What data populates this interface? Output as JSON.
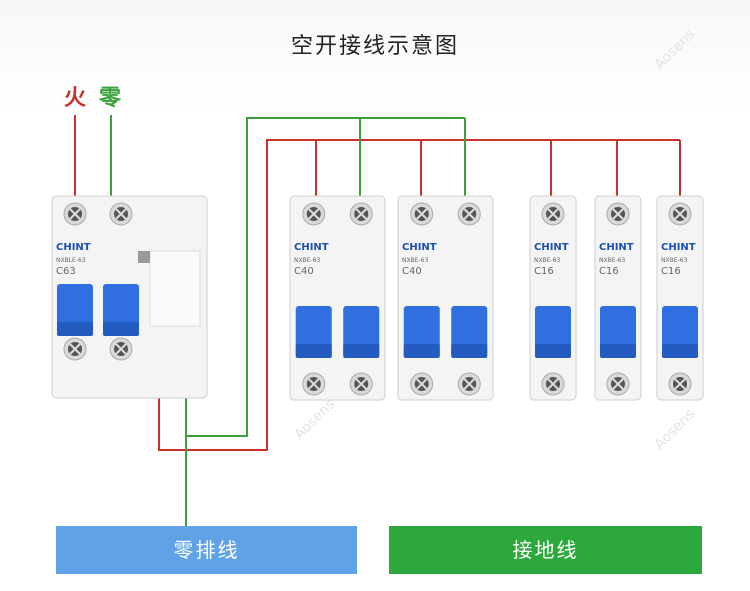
{
  "title": "空开接线示意图",
  "labels": {
    "live": "火",
    "neutral": "零"
  },
  "bars": {
    "neutral_bar": "零排线",
    "ground_bar": "接地线"
  },
  "watermark": "Aosens",
  "colors": {
    "live_wire": "#c9302c",
    "neutral_wire": "#3aa23a",
    "neutral_bar": "#5fa2e8",
    "ground_bar": "#2ca83c",
    "toggle": "#2f6fe0"
  },
  "breakers": [
    {
      "brand": "CHINT",
      "model": "NXBLE-63",
      "rating": "C63",
      "poles": 2,
      "type": "rcbo"
    },
    {
      "brand": "CHINT",
      "model": "NXBE-63",
      "rating": "C40",
      "poles": 2,
      "type": "mcb"
    },
    {
      "brand": "CHINT",
      "model": "NXBE-63",
      "rating": "C40",
      "poles": 2,
      "type": "mcb"
    },
    {
      "brand": "CHINT",
      "model": "NXBE-63",
      "rating": "C16",
      "poles": 1,
      "type": "mcb"
    },
    {
      "brand": "CHINT",
      "model": "NXBE-63",
      "rating": "C16",
      "poles": 1,
      "type": "mcb"
    },
    {
      "brand": "CHINT",
      "model": "NXBE-63",
      "rating": "C16",
      "poles": 1,
      "type": "mcb"
    }
  ]
}
